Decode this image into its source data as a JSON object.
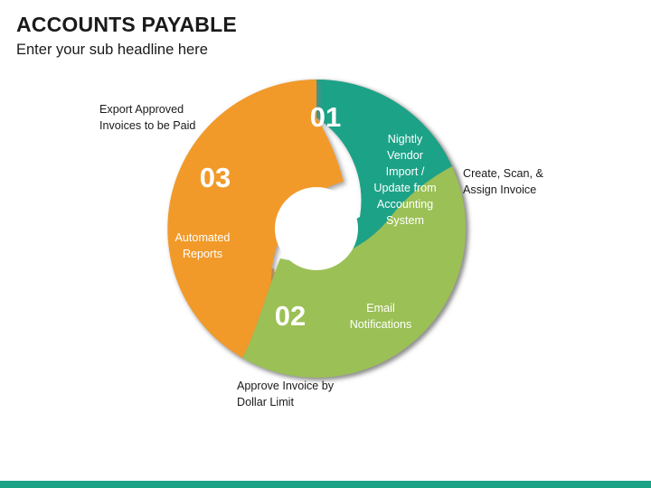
{
  "header": {
    "title": "ACCOUNTS PAYABLE",
    "subtitle": "Enter your sub headline here"
  },
  "colors": {
    "teal": "#1CA287",
    "orange": "#F19A2B",
    "green": "#9BC055",
    "shadow": "#9E9E9E",
    "text_dark": "#1a1a1a",
    "text_light": "#ffffff",
    "background": "#ffffff",
    "accent_bar": "#1CA287"
  },
  "diagram": {
    "type": "three-step-spiral-cycle",
    "segments": [
      {
        "number": "01",
        "inner_label_lines": [
          "Nightly",
          "Vendor",
          "Import /",
          "Update from",
          "Accounting",
          "System"
        ],
        "color_key": "teal",
        "callout_lines": [
          "Create, Scan, &",
          "Assign Invoice"
        ],
        "callout_position": "right"
      },
      {
        "number": "02",
        "inner_label_lines": [
          "Email",
          "Notifications"
        ],
        "color_key": "green",
        "callout_lines": [
          "Approve Invoice by",
          "Dollar Limit"
        ],
        "callout_position": "bottom"
      },
      {
        "number": "03",
        "inner_label_lines": [
          "Automated",
          "Reports"
        ],
        "color_key": "orange",
        "callout_lines": [
          "Export Approved",
          "Invoices to be Paid"
        ],
        "callout_position": "top-left"
      }
    ]
  },
  "bottom_bar": {
    "color_key": "accent_bar"
  }
}
